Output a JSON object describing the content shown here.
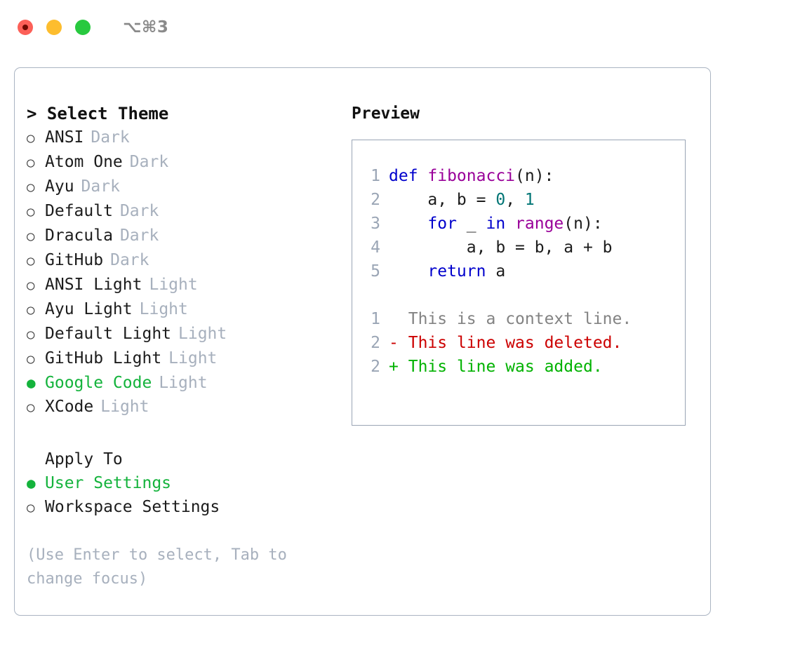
{
  "titlebar": {
    "title": "⌥⌘3",
    "buttons": [
      {
        "name": "close",
        "color": "#fc6058"
      },
      {
        "name": "minimize",
        "color": "#fdbd2e"
      },
      {
        "name": "zoom",
        "color": "#28c93f"
      }
    ]
  },
  "theme_picker": {
    "prompt": ">",
    "heading": "Select Theme",
    "marker_unselected": "○",
    "marker_selected": "●",
    "options": [
      {
        "label": "ANSI",
        "tag": "Dark",
        "selected": false
      },
      {
        "label": "Atom One",
        "tag": "Dark",
        "selected": false
      },
      {
        "label": "Ayu",
        "tag": "Dark",
        "selected": false
      },
      {
        "label": "Default",
        "tag": "Dark",
        "selected": false
      },
      {
        "label": "Dracula",
        "tag": "Dark",
        "selected": false
      },
      {
        "label": "GitHub",
        "tag": "Dark",
        "selected": false
      },
      {
        "label": "ANSI Light",
        "tag": "Light",
        "selected": false
      },
      {
        "label": "Ayu Light",
        "tag": "Light",
        "selected": false
      },
      {
        "label": "Default Light",
        "tag": "Light",
        "selected": false
      },
      {
        "label": "GitHub Light",
        "tag": "Light",
        "selected": false
      },
      {
        "label": "Google Code",
        "tag": "Light",
        "selected": true
      },
      {
        "label": "XCode",
        "tag": "Light",
        "selected": false
      }
    ]
  },
  "apply_to": {
    "heading": "Apply To",
    "options": [
      {
        "label": "User Settings",
        "selected": true
      },
      {
        "label": "Workspace Settings",
        "selected": false
      }
    ]
  },
  "hint": "(Use Enter to select, Tab to change focus)",
  "preview": {
    "title": "Preview",
    "code_lines": [
      {
        "num": "1",
        "tokens": [
          {
            "t": "def ",
            "c": "kw"
          },
          {
            "t": "fibonacci",
            "c": "fn"
          },
          {
            "t": "(n):",
            "c": "pl"
          }
        ]
      },
      {
        "num": "2",
        "tokens": [
          {
            "t": "    a, b = ",
            "c": "pl"
          },
          {
            "t": "0",
            "c": "num"
          },
          {
            "t": ", ",
            "c": "pl"
          },
          {
            "t": "1",
            "c": "num"
          }
        ]
      },
      {
        "num": "3",
        "tokens": [
          {
            "t": "    ",
            "c": "pl"
          },
          {
            "t": "for",
            "c": "kw"
          },
          {
            "t": " _ ",
            "c": "pl"
          },
          {
            "t": "in",
            "c": "kw"
          },
          {
            "t": " ",
            "c": "pl"
          },
          {
            "t": "range",
            "c": "fn"
          },
          {
            "t": "(n):",
            "c": "pl"
          }
        ]
      },
      {
        "num": "4",
        "tokens": [
          {
            "t": "        a, b = b, a + b",
            "c": "pl"
          }
        ]
      },
      {
        "num": "5",
        "tokens": [
          {
            "t": "    ",
            "c": "pl"
          },
          {
            "t": "return",
            "c": "kw"
          },
          {
            "t": " a",
            "c": "pl"
          }
        ]
      }
    ],
    "diff_lines": [
      {
        "num": "1",
        "sign": " ",
        "text": "This is a context line.",
        "c": "ctx"
      },
      {
        "num": "2",
        "sign": "-",
        "text": "This line was deleted.",
        "c": "del"
      },
      {
        "num": "2",
        "sign": "+",
        "text": "This line was added.",
        "c": "add"
      }
    ]
  },
  "colors": {
    "accent_green": "#14b33c",
    "muted": "#a7b0bd",
    "border": "#aab4c2",
    "keyword": "#0000cc",
    "function": "#990099",
    "number": "#007575",
    "diff_deleted": "#cc0000",
    "diff_added": "#00b200",
    "diff_context": "#838383"
  }
}
